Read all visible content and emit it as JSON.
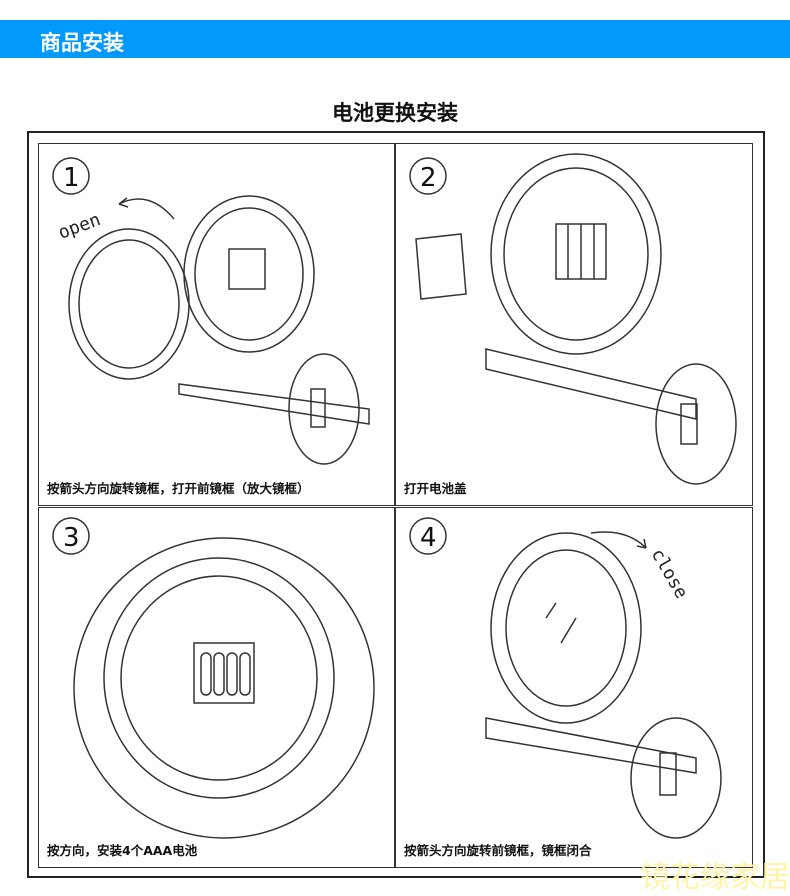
{
  "header": {
    "title": "商品安装"
  },
  "section_title": "电池更换安装",
  "steps": [
    {
      "number": "1",
      "caption": "按箭头方向旋转镜框，打开前镜框（放大镜框）",
      "label": "open"
    },
    {
      "number": "2",
      "caption": "打开电池盖"
    },
    {
      "number": "3",
      "caption": "按方向，安装4个AAA电池"
    },
    {
      "number": "4",
      "caption": "按箭头方向旋转前镜框，镜框闭合",
      "label": "close"
    }
  ],
  "watermark": "镜花缘家居"
}
